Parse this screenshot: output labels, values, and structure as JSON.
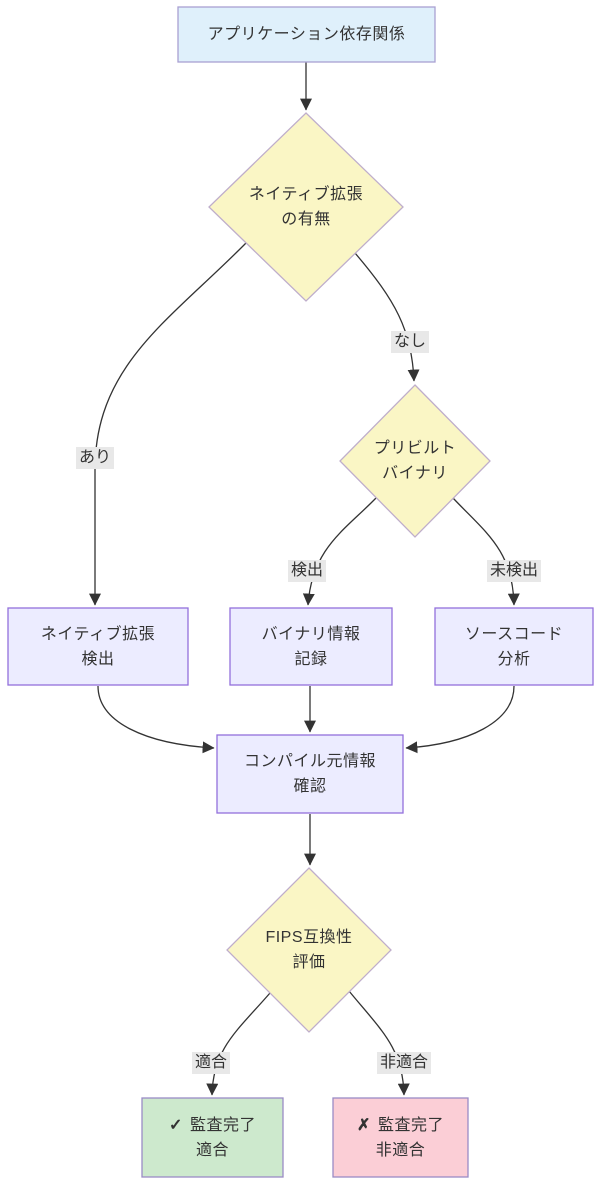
{
  "diagram": {
    "type": "flowchart",
    "direction": "top-to-bottom"
  },
  "colors": {
    "start_fill": "#dff0fb",
    "start_stroke": "#a9a0d2",
    "decision_fill": "#faf6c5",
    "decision_stroke": "#bfaecb",
    "process_fill": "#ececff",
    "process_stroke": "#9370db",
    "pass_fill": "#cde9cd",
    "pass_stroke": "#9a8bc5",
    "fail_fill": "#fbced6",
    "fail_stroke": "#9a8bc5",
    "edge": "#333333",
    "edge_label_bg": "#e8e8e8",
    "text": "#333333"
  },
  "nodes": {
    "app_dependencies": {
      "label": "アプリケーション依存関係",
      "shape": "rect"
    },
    "native_extension_check": {
      "line1": "ネイティブ拡張",
      "line2": "の有無",
      "shape": "diamond"
    },
    "prebuilt_binary_check": {
      "line1": "プリビルト",
      "line2": "バイナリ",
      "shape": "diamond"
    },
    "native_extension_detect": {
      "line1": "ネイティブ拡張",
      "line2": "検出",
      "shape": "rect"
    },
    "binary_info_record": {
      "line1": "バイナリ情報",
      "line2": "記録",
      "shape": "rect"
    },
    "source_code_analysis": {
      "line1": "ソースコード",
      "line2": "分析",
      "shape": "rect"
    },
    "compile_source_confirm": {
      "line1": "コンパイル元情報",
      "line2": "確認",
      "shape": "rect"
    },
    "fips_evaluation": {
      "line1": "FIPS互換性",
      "line2": "評価",
      "shape": "diamond"
    },
    "audit_pass": {
      "icon": "✓",
      "title": "監査完了",
      "result": "適合",
      "shape": "rect"
    },
    "audit_fail": {
      "icon": "✗",
      "title": "監査完了",
      "result": "非適合",
      "shape": "rect"
    }
  },
  "edges": [
    {
      "from": "app_dependencies",
      "to": "native_extension_check",
      "label": ""
    },
    {
      "from": "native_extension_check",
      "to": "native_extension_detect",
      "label": "あり"
    },
    {
      "from": "native_extension_check",
      "to": "prebuilt_binary_check",
      "label": "なし"
    },
    {
      "from": "prebuilt_binary_check",
      "to": "binary_info_record",
      "label": "検出"
    },
    {
      "from": "prebuilt_binary_check",
      "to": "source_code_analysis",
      "label": "未検出"
    },
    {
      "from": "native_extension_detect",
      "to": "compile_source_confirm",
      "label": ""
    },
    {
      "from": "binary_info_record",
      "to": "compile_source_confirm",
      "label": ""
    },
    {
      "from": "source_code_analysis",
      "to": "compile_source_confirm",
      "label": ""
    },
    {
      "from": "compile_source_confirm",
      "to": "fips_evaluation",
      "label": ""
    },
    {
      "from": "fips_evaluation",
      "to": "audit_pass",
      "label": "適合"
    },
    {
      "from": "fips_evaluation",
      "to": "audit_fail",
      "label": "非適合"
    }
  ]
}
